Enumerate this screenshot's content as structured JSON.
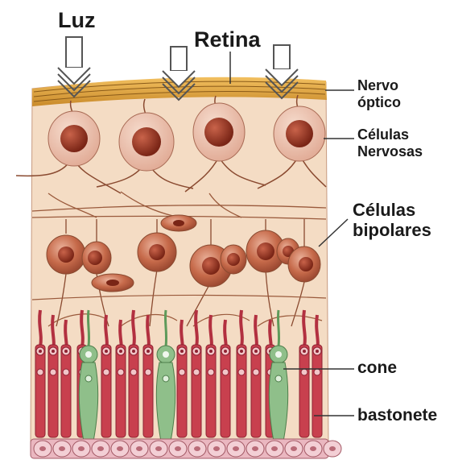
{
  "labels": {
    "light": "Luz",
    "retina": "Retina",
    "optic_nerve_line1": "Nervo",
    "optic_nerve_line2": "óptico",
    "nerve_cells_line1": "Células",
    "nerve_cells_line2": "Nervosas",
    "bipolar_cells_line1": "Células",
    "bipolar_cells_line2": "bipolares",
    "cone": "cone",
    "rod": "bastonete"
  },
  "colors": {
    "background": "#ffffff",
    "tissue": "#f4dcc4",
    "nerve_fiber": "#e3a93c",
    "cell_body": "#c66a4a",
    "nucleus": "#8c2e1e",
    "rod": "#c8404e",
    "cone": "#8fbf8a",
    "arrow_fill": "#ffffff",
    "arrow_stroke": "#555555"
  },
  "icons": {
    "light_arrow": "downward-arrow-icon"
  }
}
